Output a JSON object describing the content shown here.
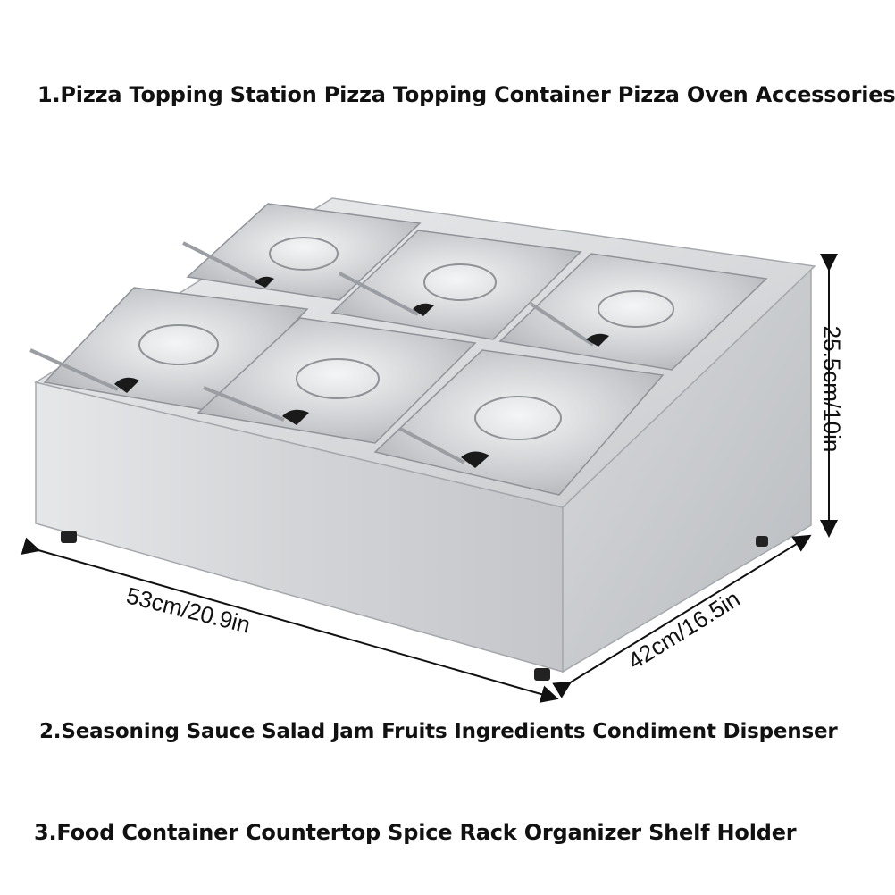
{
  "captions": {
    "line1": "1.Pizza Topping Station Pizza Topping Container Pizza Oven Accessories.",
    "line2": "2.Seasoning Sauce Salad Jam Fruits Ingredients Condiment Dispenser",
    "line3": "3.Food Container Countertop Spice Rack Organizer Shelf Holder"
  },
  "dimensions": {
    "width": "53cm/20.9in",
    "depth": "42cm/16.5in",
    "height": "25.5cm/10in"
  },
  "product": {
    "pan_count": 6,
    "material_color": "#c9cbce",
    "shadow_color": "#9ea1a5"
  }
}
